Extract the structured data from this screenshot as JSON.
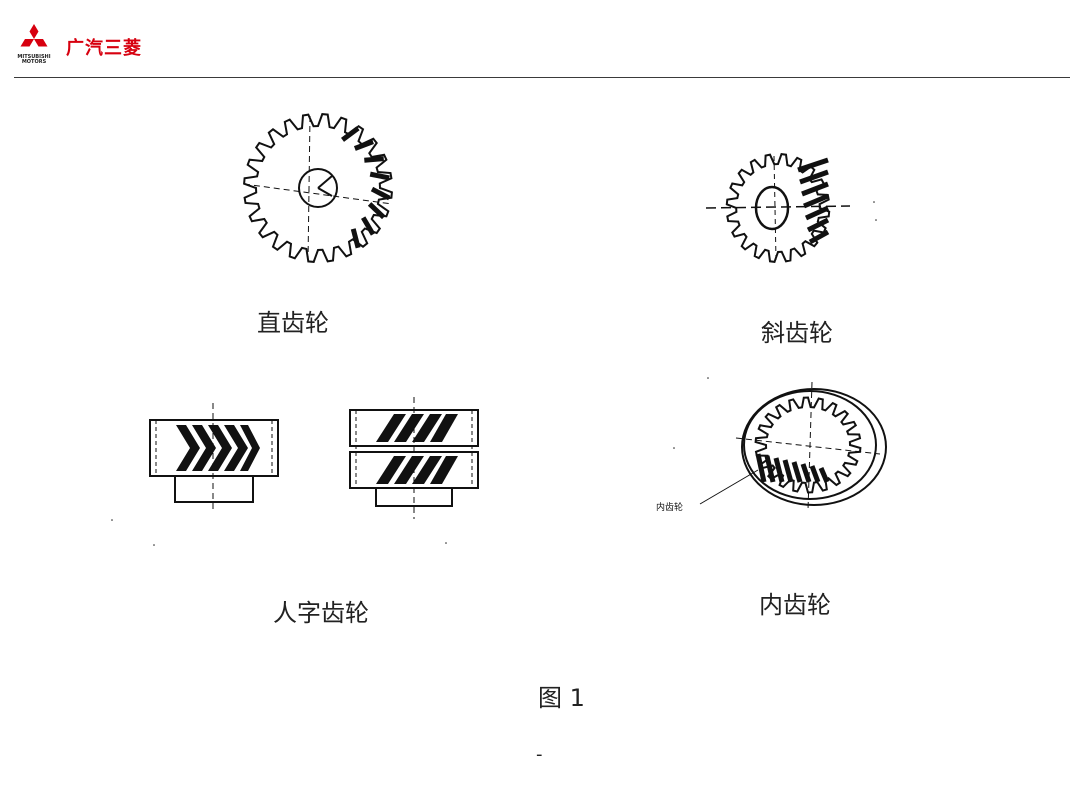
{
  "header": {
    "brand_latin_1": "MITSUBISHI",
    "brand_latin_2": "MOTORS",
    "brand_cn": "广汽三菱",
    "accent_color": "#d7000f"
  },
  "figures": {
    "spur": {
      "caption": "直齿轮"
    },
    "helical": {
      "caption": "斜齿轮"
    },
    "herringbone": {
      "caption": "人字齿轮"
    },
    "internal": {
      "caption": "内齿轮",
      "callout": "内齿轮"
    }
  },
  "figure_label": "图  1",
  "page_marker": "-"
}
